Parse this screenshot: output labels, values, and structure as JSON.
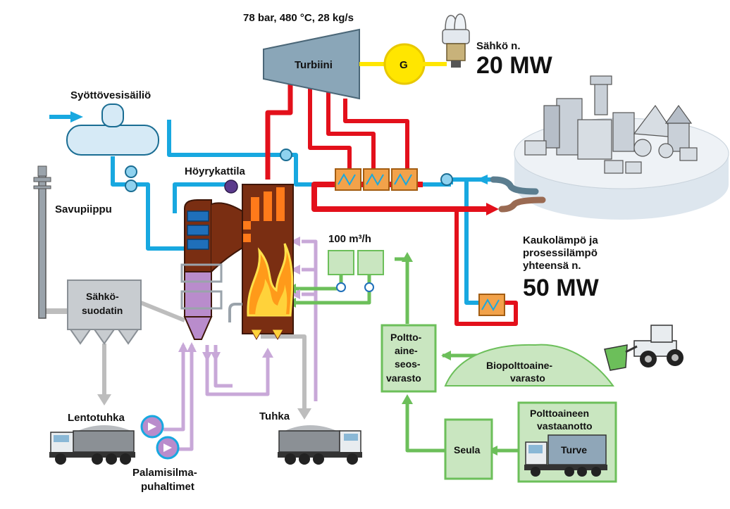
{
  "steam_params": "78 bar, 480 °C, 28 kg/s",
  "turbine_label": "Turbiini",
  "generator_label": "G",
  "electricity": {
    "label": "Sähkö n.",
    "value": "20 MW"
  },
  "feedwater_tank_label": "Syöttövesisäiliö",
  "boiler_label": "Höyrykattila",
  "chimney_label": "Savupiippu",
  "esp_label": [
    "Sähkö-",
    "suodatin"
  ],
  "fly_ash_label": "Lentotuhka",
  "ash_label": "Tuhka",
  "fans_label": [
    "Palamisilma-",
    "puhaltimet"
  ],
  "flow_rate_label": "100 m³/h",
  "fuel_mix_store_label": [
    "Poltto-",
    "aine-",
    "seos-",
    "varasto"
  ],
  "biofuel_store_label": [
    "Biopolttoaine-",
    "varasto"
  ],
  "screen_label": "Seula",
  "fuel_reception_label": [
    "Polttoaineen",
    "vastaanotto"
  ],
  "truck_cargo_label": "Turve",
  "heat": {
    "label": [
      "Kaukolämpö ja",
      "prosessilämpö",
      "yhteensä n."
    ],
    "value": "50 MW"
  },
  "colors": {
    "steam_pipe": "#e3101b",
    "water_pipe": "#18a8e0",
    "air_pipe": "#c8a8d8",
    "fuel_pipe": "#6cbf5a",
    "ash_pipe": "#bdbdbd",
    "boiler": "#7a2e12",
    "turbine": "#8aa6b8",
    "generator": "#ffe600",
    "exchanger": "#f2a24a",
    "fuel_box": "#c9e6c0"
  }
}
